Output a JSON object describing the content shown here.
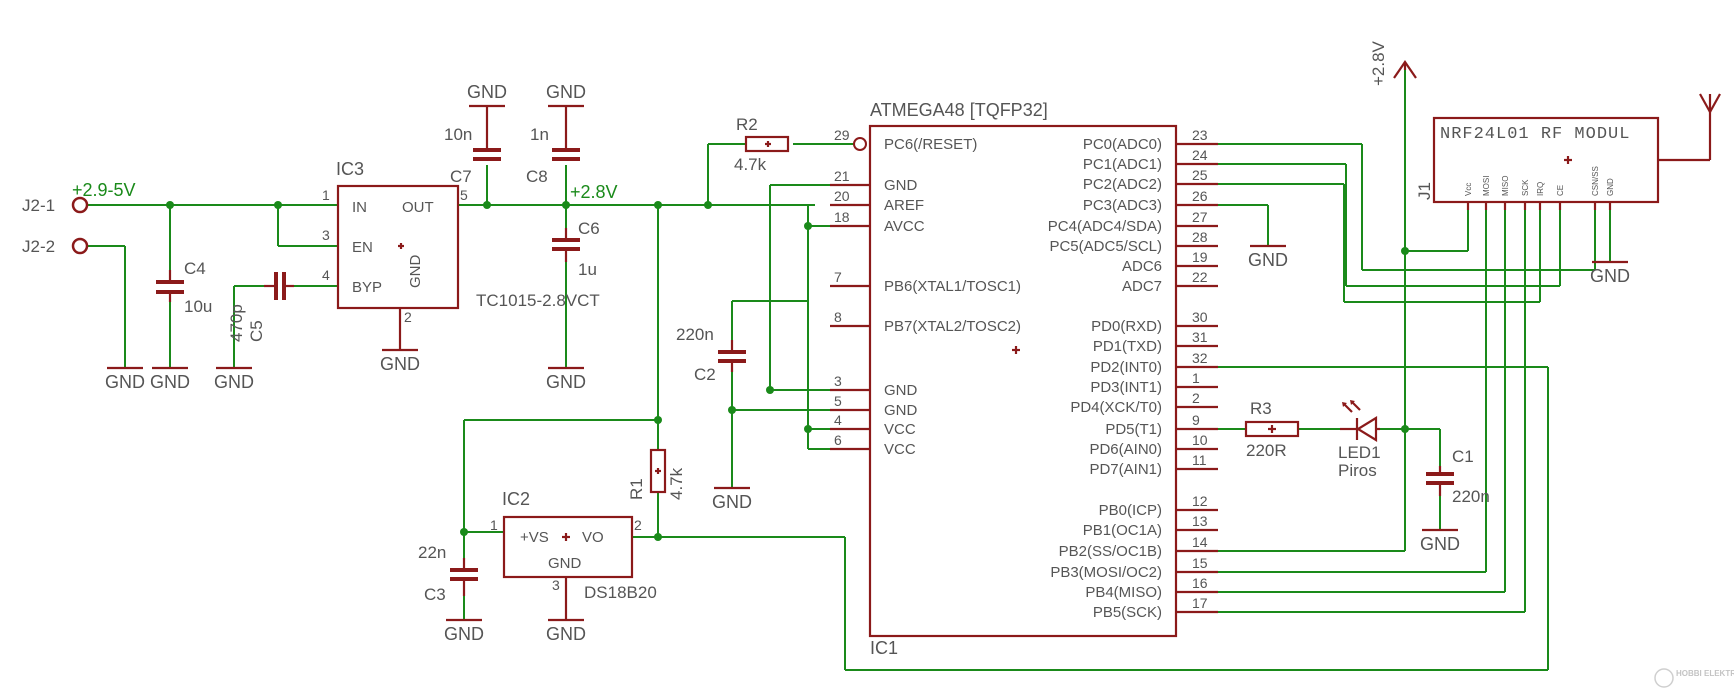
{
  "connectors": {
    "j2_1": "J2-1",
    "j2_2": "J2-2"
  },
  "nets": {
    "vin": "+2.9-5V",
    "v28": "+2.8V",
    "v28_top": "+2.8V"
  },
  "gnd": "GND",
  "ic3": {
    "ref": "IC3",
    "part": "TC1015-2.8VCT",
    "pins": {
      "in": "IN",
      "out": "OUT",
      "en": "EN",
      "byp": "BYP",
      "gnd": "GND",
      "n1": "1",
      "n3": "3",
      "n4": "4",
      "n5": "5",
      "n2": "2"
    }
  },
  "caps": {
    "c4": {
      "ref": "C4",
      "value": "10u"
    },
    "c5": {
      "ref": "C5",
      "value": "470p"
    },
    "c7": {
      "ref": "C7",
      "value": "10n"
    },
    "c8": {
      "ref": "C8",
      "value": "1n"
    },
    "c6": {
      "ref": "C6",
      "value": "1u"
    },
    "c2": {
      "ref": "C2",
      "value": "220n"
    },
    "c3": {
      "ref": "C3",
      "value": "22n"
    },
    "c1": {
      "ref": "C1",
      "value": "220n"
    }
  },
  "resistors": {
    "r2": {
      "ref": "R2",
      "value": "4.7k"
    },
    "r1": {
      "ref": "R1",
      "value": "4.7k"
    },
    "r3": {
      "ref": "R3",
      "value": "220R"
    }
  },
  "led": {
    "ref": "LED1",
    "value": "Piros"
  },
  "ic2": {
    "ref": "IC2",
    "part": "DS18B20",
    "pins": {
      "vs": "+VS",
      "vo": "VO",
      "gnd": "GND",
      "n1": "1",
      "n2": "2",
      "n3": "3"
    }
  },
  "ic1": {
    "title": "ATMEGA48 [TQFP32]",
    "ref": "IC1",
    "left_pins": [
      {
        "num": "29",
        "name": "PC6(/RESET)"
      },
      {
        "num": "21",
        "name": "GND"
      },
      {
        "num": "20",
        "name": "AREF"
      },
      {
        "num": "18",
        "name": "AVCC"
      },
      {
        "num": "7",
        "name": "PB6(XTAL1/TOSC1)"
      },
      {
        "num": "8",
        "name": "PB7(XTAL2/TOSC2)"
      },
      {
        "num": "3",
        "name": "GND"
      },
      {
        "num": "5",
        "name": "GND"
      },
      {
        "num": "4",
        "name": "VCC"
      },
      {
        "num": "6",
        "name": "VCC"
      }
    ],
    "right_pins": [
      {
        "num": "23",
        "name": "PC0(ADC0)"
      },
      {
        "num": "24",
        "name": "PC1(ADC1)"
      },
      {
        "num": "25",
        "name": "PC2(ADC2)"
      },
      {
        "num": "26",
        "name": "PC3(ADC3)"
      },
      {
        "num": "27",
        "name": "PC4(ADC4/SDA)"
      },
      {
        "num": "28",
        "name": "PC5(ADC5/SCL)"
      },
      {
        "num": "19",
        "name": "ADC6"
      },
      {
        "num": "22",
        "name": "ADC7"
      },
      {
        "num": "30",
        "name": "PD0(RXD)"
      },
      {
        "num": "31",
        "name": "PD1(TXD)"
      },
      {
        "num": "32",
        "name": "PD2(INT0)"
      },
      {
        "num": "1",
        "name": "PD3(INT1)"
      },
      {
        "num": "2",
        "name": "PD4(XCK/T0)"
      },
      {
        "num": "9",
        "name": "PD5(T1)"
      },
      {
        "num": "10",
        "name": "PD6(AIN0)"
      },
      {
        "num": "11",
        "name": "PD7(AIN1)"
      },
      {
        "num": "12",
        "name": "PB0(ICP)"
      },
      {
        "num": "13",
        "name": "PB1(OC1A)"
      },
      {
        "num": "14",
        "name": "PB2(SS/OC1B)"
      },
      {
        "num": "15",
        "name": "PB3(MOSI/OC2)"
      },
      {
        "num": "16",
        "name": "PB4(MISO)"
      },
      {
        "num": "17",
        "name": "PB5(SCK)"
      }
    ]
  },
  "rf": {
    "title": "NRF24L01 RF MODUL",
    "ref": "J1",
    "pins": [
      "Vcc",
      "MOSI",
      "MISO",
      "SCK",
      "IRQ",
      "CE",
      "CSN/SS",
      "GND"
    ]
  },
  "watermark": "HOBBI ELEKTRONIKA"
}
